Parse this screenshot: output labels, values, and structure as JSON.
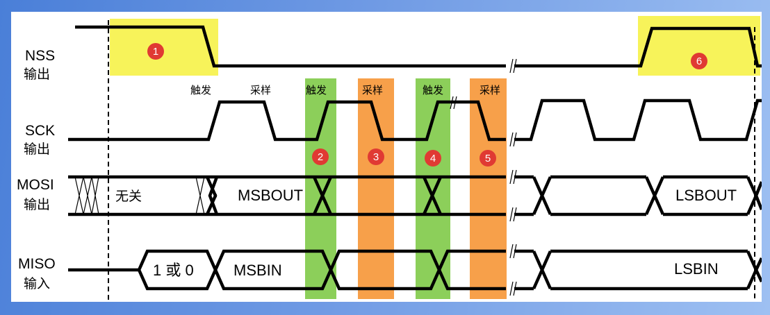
{
  "colors": {
    "highlight_yellow": "#f7f35a",
    "trigger_green": "#8ccf5a",
    "sample_orange": "#f7a04a",
    "marker_red": "#e03a33",
    "signal": "#000000"
  },
  "signals": [
    {
      "name": "NSS",
      "direction": "输出"
    },
    {
      "name": "SCK",
      "direction": "输出"
    },
    {
      "name": "MOSI",
      "direction": "输出"
    },
    {
      "name": "MISO",
      "direction": "输入"
    }
  ],
  "edge_labels": {
    "trigger": "触发",
    "sample": "采样"
  },
  "bus_text": {
    "mosi_idle": "无关",
    "mosi_first": "MSBOUT",
    "mosi_last": "LSBOUT",
    "miso_idle": "1 或 0",
    "miso_first": "MSBIN",
    "miso_last": "LSBIN"
  },
  "markers": [
    "1",
    "2",
    "3",
    "4",
    "5",
    "6"
  ]
}
